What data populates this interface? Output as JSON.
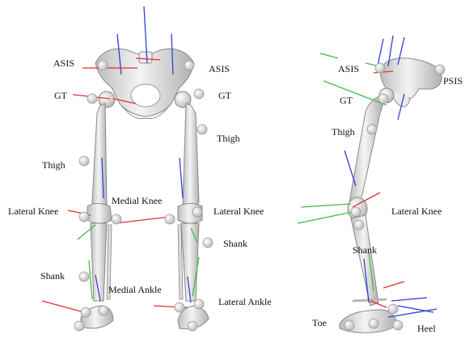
{
  "figure": {
    "front_view": {
      "labels": {
        "asis_left": "ASIS",
        "asis_right": "ASIS",
        "gt_left": "GT",
        "gt_right": "GT",
        "thigh_left": "Thigh",
        "thigh_right": "Thigh",
        "medial_knee": "Medial Knee",
        "lateral_knee_left": "Lateral Knee",
        "lateral_knee_right": "Lateral Knee",
        "shank_left": "Shank",
        "shank_right": "Shank",
        "medial_ankle": "Medial Ankle",
        "lateral_ankle": "Lateral Ankle"
      }
    },
    "side_view": {
      "labels": {
        "asis": "ASIS",
        "psis": "PSIS",
        "gt": "GT",
        "thigh": "Thigh",
        "lateral_knee": "Lateral Knee",
        "shank": "Shank",
        "toe": "Toe",
        "heel": "Heel"
      }
    },
    "colors": {
      "bone": "#e6e6e6",
      "bone_stroke": "#8c8c8c",
      "marker": "#dcdcdc",
      "axis_x": "#e03030",
      "axis_y": "#40c040",
      "axis_z": "#3040d0"
    }
  }
}
